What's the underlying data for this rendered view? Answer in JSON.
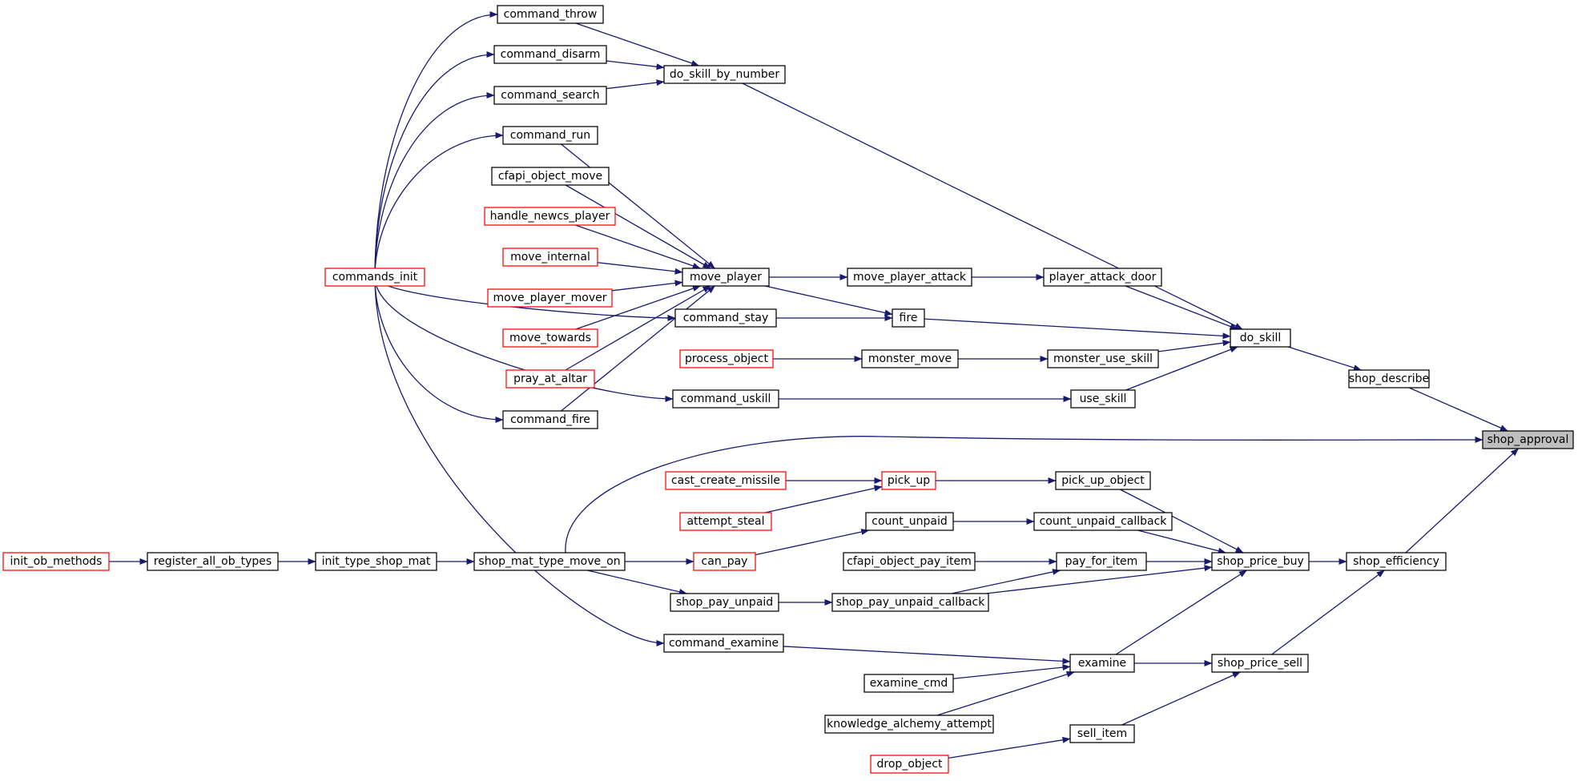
{
  "graph": {
    "nodes": [
      {
        "id": "command_throw",
        "label": "command_throw",
        "style": "normal"
      },
      {
        "id": "command_disarm",
        "label": "command_disarm",
        "style": "normal"
      },
      {
        "id": "command_search",
        "label": "command_search",
        "style": "normal"
      },
      {
        "id": "command_run",
        "label": "command_run",
        "style": "normal"
      },
      {
        "id": "cfapi_object_move",
        "label": "cfapi_object_move",
        "style": "normal"
      },
      {
        "id": "handle_newcs_player",
        "label": "handle_newcs_player",
        "style": "red"
      },
      {
        "id": "move_internal",
        "label": "move_internal",
        "style": "red"
      },
      {
        "id": "move_player_mover",
        "label": "move_player_mover",
        "style": "red"
      },
      {
        "id": "move_towards",
        "label": "move_towards",
        "style": "red"
      },
      {
        "id": "pray_at_altar",
        "label": "pray_at_altar",
        "style": "red"
      },
      {
        "id": "command_fire",
        "label": "command_fire",
        "style": "normal"
      },
      {
        "id": "commands_init",
        "label": "commands_init",
        "style": "red"
      },
      {
        "id": "do_skill_by_number",
        "label": "do_skill_by_number",
        "style": "normal"
      },
      {
        "id": "move_player",
        "label": "move_player",
        "style": "normal"
      },
      {
        "id": "command_stay",
        "label": "command_stay",
        "style": "normal"
      },
      {
        "id": "process_object",
        "label": "process_object",
        "style": "red"
      },
      {
        "id": "command_uskill",
        "label": "command_uskill",
        "style": "normal"
      },
      {
        "id": "move_player_attack",
        "label": "move_player_attack",
        "style": "normal"
      },
      {
        "id": "fire",
        "label": "fire",
        "style": "normal"
      },
      {
        "id": "monster_move",
        "label": "monster_move",
        "style": "normal"
      },
      {
        "id": "player_attack_door",
        "label": "player_attack_door",
        "style": "normal"
      },
      {
        "id": "monster_use_skill",
        "label": "monster_use_skill",
        "style": "normal"
      },
      {
        "id": "use_skill",
        "label": "use_skill",
        "style": "normal"
      },
      {
        "id": "do_skill",
        "label": "do_skill",
        "style": "normal"
      },
      {
        "id": "shop_describe",
        "label": "shop_describe",
        "style": "normal"
      },
      {
        "id": "shop_approval",
        "label": "shop_approval",
        "style": "highlight"
      },
      {
        "id": "cast_create_missile",
        "label": "cast_create_missile",
        "style": "red"
      },
      {
        "id": "pick_up",
        "label": "pick_up",
        "style": "red"
      },
      {
        "id": "pick_up_object",
        "label": "pick_up_object",
        "style": "normal"
      },
      {
        "id": "attempt_steal",
        "label": "attempt_steal",
        "style": "red"
      },
      {
        "id": "count_unpaid",
        "label": "count_unpaid",
        "style": "normal"
      },
      {
        "id": "count_unpaid_callback",
        "label": "count_unpaid_callback",
        "style": "normal"
      },
      {
        "id": "init_ob_methods",
        "label": "init_ob_methods",
        "style": "red"
      },
      {
        "id": "register_all_ob_types",
        "label": "register_all_ob_types",
        "style": "normal"
      },
      {
        "id": "init_type_shop_mat",
        "label": "init_type_shop_mat",
        "style": "normal"
      },
      {
        "id": "shop_mat_type_move_on",
        "label": "shop_mat_type_move_on",
        "style": "normal"
      },
      {
        "id": "can_pay",
        "label": "can_pay",
        "style": "red"
      },
      {
        "id": "cfapi_object_pay_item",
        "label": "cfapi_object_pay_item",
        "style": "normal"
      },
      {
        "id": "pay_for_item",
        "label": "pay_for_item",
        "style": "normal"
      },
      {
        "id": "shop_price_buy",
        "label": "shop_price_buy",
        "style": "normal"
      },
      {
        "id": "shop_efficiency",
        "label": "shop_efficiency",
        "style": "normal"
      },
      {
        "id": "shop_pay_unpaid",
        "label": "shop_pay_unpaid",
        "style": "normal"
      },
      {
        "id": "shop_pay_unpaid_callback",
        "label": "shop_pay_unpaid_callback",
        "style": "normal"
      },
      {
        "id": "command_examine",
        "label": "command_examine",
        "style": "normal"
      },
      {
        "id": "examine",
        "label": "examine",
        "style": "normal"
      },
      {
        "id": "shop_price_sell",
        "label": "shop_price_sell",
        "style": "normal"
      },
      {
        "id": "examine_cmd",
        "label": "examine_cmd",
        "style": "normal"
      },
      {
        "id": "knowledge_alchemy_attempt",
        "label": "knowledge_alchemy_attempt",
        "style": "normal"
      },
      {
        "id": "sell_item",
        "label": "sell_item",
        "style": "normal"
      },
      {
        "id": "drop_object",
        "label": "drop_object",
        "style": "red"
      }
    ],
    "edges": [
      [
        "commands_init",
        "command_throw"
      ],
      [
        "commands_init",
        "command_disarm"
      ],
      [
        "commands_init",
        "command_search"
      ],
      [
        "commands_init",
        "command_run"
      ],
      [
        "commands_init",
        "command_fire"
      ],
      [
        "commands_init",
        "command_stay"
      ],
      [
        "commands_init",
        "command_uskill"
      ],
      [
        "commands_init",
        "command_examine"
      ],
      [
        "command_throw",
        "do_skill_by_number"
      ],
      [
        "command_disarm",
        "do_skill_by_number"
      ],
      [
        "command_search",
        "do_skill_by_number"
      ],
      [
        "command_run",
        "move_player"
      ],
      [
        "cfapi_object_move",
        "move_player"
      ],
      [
        "handle_newcs_player",
        "move_player"
      ],
      [
        "move_internal",
        "move_player"
      ],
      [
        "move_player_mover",
        "move_player"
      ],
      [
        "move_towards",
        "move_player"
      ],
      [
        "pray_at_altar",
        "move_player"
      ],
      [
        "command_fire",
        "move_player"
      ],
      [
        "command_stay",
        "fire"
      ],
      [
        "move_player",
        "move_player_attack"
      ],
      [
        "move_player",
        "fire"
      ],
      [
        "move_player_attack",
        "player_attack_door"
      ],
      [
        "player_attack_door",
        "do_skill"
      ],
      [
        "fire",
        "do_skill"
      ],
      [
        "do_skill_by_number",
        "do_skill"
      ],
      [
        "process_object",
        "monster_move"
      ],
      [
        "monster_move",
        "monster_use_skill"
      ],
      [
        "monster_use_skill",
        "do_skill"
      ],
      [
        "command_uskill",
        "use_skill"
      ],
      [
        "use_skill",
        "do_skill"
      ],
      [
        "do_skill",
        "shop_describe"
      ],
      [
        "shop_describe",
        "shop_approval"
      ],
      [
        "shop_mat_type_move_on",
        "shop_approval"
      ],
      [
        "shop_efficiency",
        "shop_approval"
      ],
      [
        "cast_create_missile",
        "pick_up"
      ],
      [
        "attempt_steal",
        "pick_up"
      ],
      [
        "pick_up",
        "pick_up_object"
      ],
      [
        "pick_up_object",
        "shop_price_buy"
      ],
      [
        "count_unpaid",
        "count_unpaid_callback"
      ],
      [
        "count_unpaid_callback",
        "shop_price_buy"
      ],
      [
        "init_ob_methods",
        "register_all_ob_types"
      ],
      [
        "register_all_ob_types",
        "init_type_shop_mat"
      ],
      [
        "init_type_shop_mat",
        "shop_mat_type_move_on"
      ],
      [
        "shop_mat_type_move_on",
        "can_pay"
      ],
      [
        "shop_mat_type_move_on",
        "shop_pay_unpaid"
      ],
      [
        "can_pay",
        "count_unpaid"
      ],
      [
        "cfapi_object_pay_item",
        "pay_for_item"
      ],
      [
        "pay_for_item",
        "shop_price_buy"
      ],
      [
        "shop_pay_unpaid",
        "shop_pay_unpaid_callback"
      ],
      [
        "shop_pay_unpaid_callback",
        "pay_for_item"
      ],
      [
        "shop_pay_unpaid_callback",
        "shop_price_buy"
      ],
      [
        "shop_price_buy",
        "shop_efficiency"
      ],
      [
        "command_examine",
        "examine"
      ],
      [
        "examine_cmd",
        "examine"
      ],
      [
        "knowledge_alchemy_attempt",
        "examine"
      ],
      [
        "examine",
        "shop_price_buy"
      ],
      [
        "examine",
        "shop_price_sell"
      ],
      [
        "sell_item",
        "shop_price_sell"
      ],
      [
        "drop_object",
        "sell_item"
      ],
      [
        "shop_price_sell",
        "shop_efficiency"
      ]
    ],
    "colors": {
      "edge": "#191970",
      "node_border": "#000000",
      "node_border_truncated": "#ff0000",
      "highlight_fill": "#bfbfbf"
    }
  }
}
